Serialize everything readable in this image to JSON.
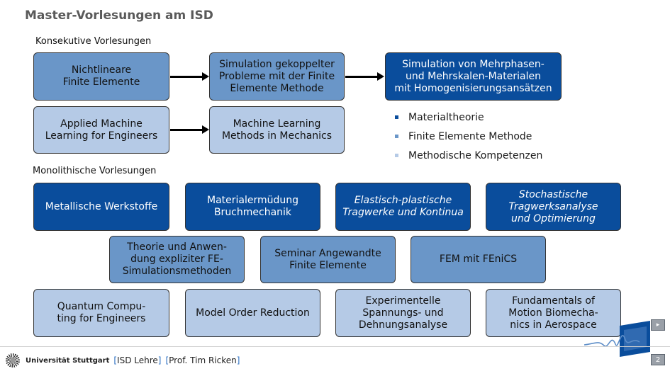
{
  "title": "Master-Vorlesungen am ISD",
  "section_consecutive": "Konsekutive Vorlesungen",
  "section_monolithic": "Monolithische Vorlesungen",
  "consecutive": {
    "nfe": "Nichtlineare\nFinite Elemente",
    "sim_coupled": "Simulation gekoppelter\nProbleme mit der Finite\nElemente Methode",
    "sim_multiphase": "Simulation von Mehrphasen-\nund Mehrskalen-Materialen\nmit Homogenisierungsansätzen",
    "applied_ml": "Applied Machine\nLearning for Engineers",
    "ml_mechanics": "Machine Learning\nMethods in Mechanics"
  },
  "legend": [
    {
      "label": "Materialtheorie",
      "color": "#0a4d9c"
    },
    {
      "label": "Finite Elemente Methode",
      "color": "#6a96c8"
    },
    {
      "label": "Methodische Kompetenzen",
      "color": "#b5cae6"
    }
  ],
  "monolithic": {
    "row1": [
      "Metallische Werkstoffe",
      "Materialermüdung\nBruchmechanik",
      "Elastisch-plastische\nTragwerke und Kontinua",
      "Stochastische\nTragwerksanalyse\nund Optimierung"
    ],
    "row2": [
      "Theorie und Anwen-\ndung expliziter FE-\nSimulationsmethoden",
      "Seminar Angewandte\nFinite Elemente",
      "FEM mit FEniCS"
    ],
    "row3": [
      "Quantum Compu-\nting for Engineers",
      "Model Order Reduction",
      "Experimentelle\nSpannungs- und\nDehnungsanalyse",
      "Fundamentals of\nMotion Biomecha-\nnics in Aerospace"
    ]
  },
  "footer": {
    "university": "Universität Stuttgart",
    "lb1": "[",
    "course": "ISD Lehre",
    "rb1": "]",
    "lb2": "[",
    "prof": "Prof. Tim Ricken",
    "rb2": "]"
  },
  "page_number": "2"
}
